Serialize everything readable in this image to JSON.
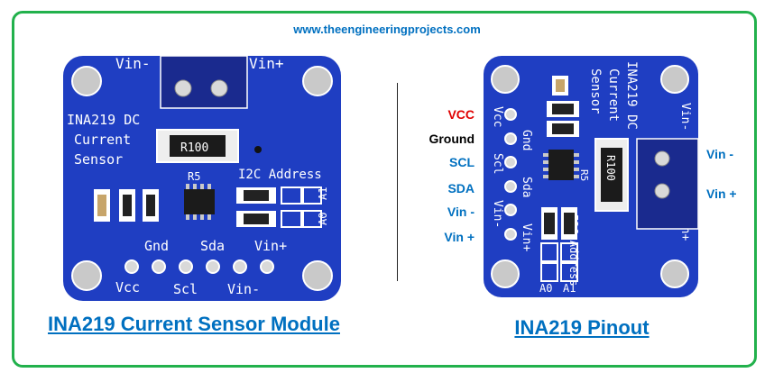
{
  "website": "www.theengineeringprojects.com",
  "left_caption": "INA219 Current Sensor Module",
  "right_caption": "INA219 Pinout",
  "left_board": {
    "title_line1": "INA219 DC",
    "title_line2": "Current",
    "title_line3": "Sensor",
    "top_left_label": "Vin-",
    "top_right_label": "Vin+",
    "resistor_label": "R100",
    "r5_label": "R5",
    "i2c_label": "I2C Address",
    "a0_label": "A0",
    "a1_label": "A1",
    "pins_top": [
      "Gnd",
      "Sda",
      "Vin+"
    ],
    "pins_bottom": [
      "Vcc",
      "Scl",
      "Vin-"
    ]
  },
  "right_board": {
    "title_line1": "INA219 DC",
    "title_line2": "Current",
    "title_line3": "Sensor",
    "pin_silk": [
      "Vcc",
      "Gnd",
      "Scl",
      "Sda",
      "Vin-",
      "Vin+"
    ],
    "resistor_label": "R100",
    "r5_label": "R5",
    "i2c_label": "I2C Address",
    "a0_label": "A0",
    "a1_label": "A1",
    "vin_minus_silk": "Vin-",
    "vin_plus_silk": "Vin+"
  },
  "pinout_labels": [
    {
      "text": "VCC",
      "color": "#e00000"
    },
    {
      "text": "Ground",
      "color": "#000000"
    },
    {
      "text": "SCL",
      "color": "#0070c0"
    },
    {
      "text": "SDA",
      "color": "#0070c0"
    },
    {
      "text": "Vin -",
      "color": "#0070c0"
    },
    {
      "text": "Vin +",
      "color": "#0070c0"
    }
  ],
  "right_side_labels": [
    "Vin -",
    "Vin +"
  ],
  "colors": {
    "frame": "#22b14c",
    "board": "#1f3ec2",
    "caption": "#0070c0"
  }
}
